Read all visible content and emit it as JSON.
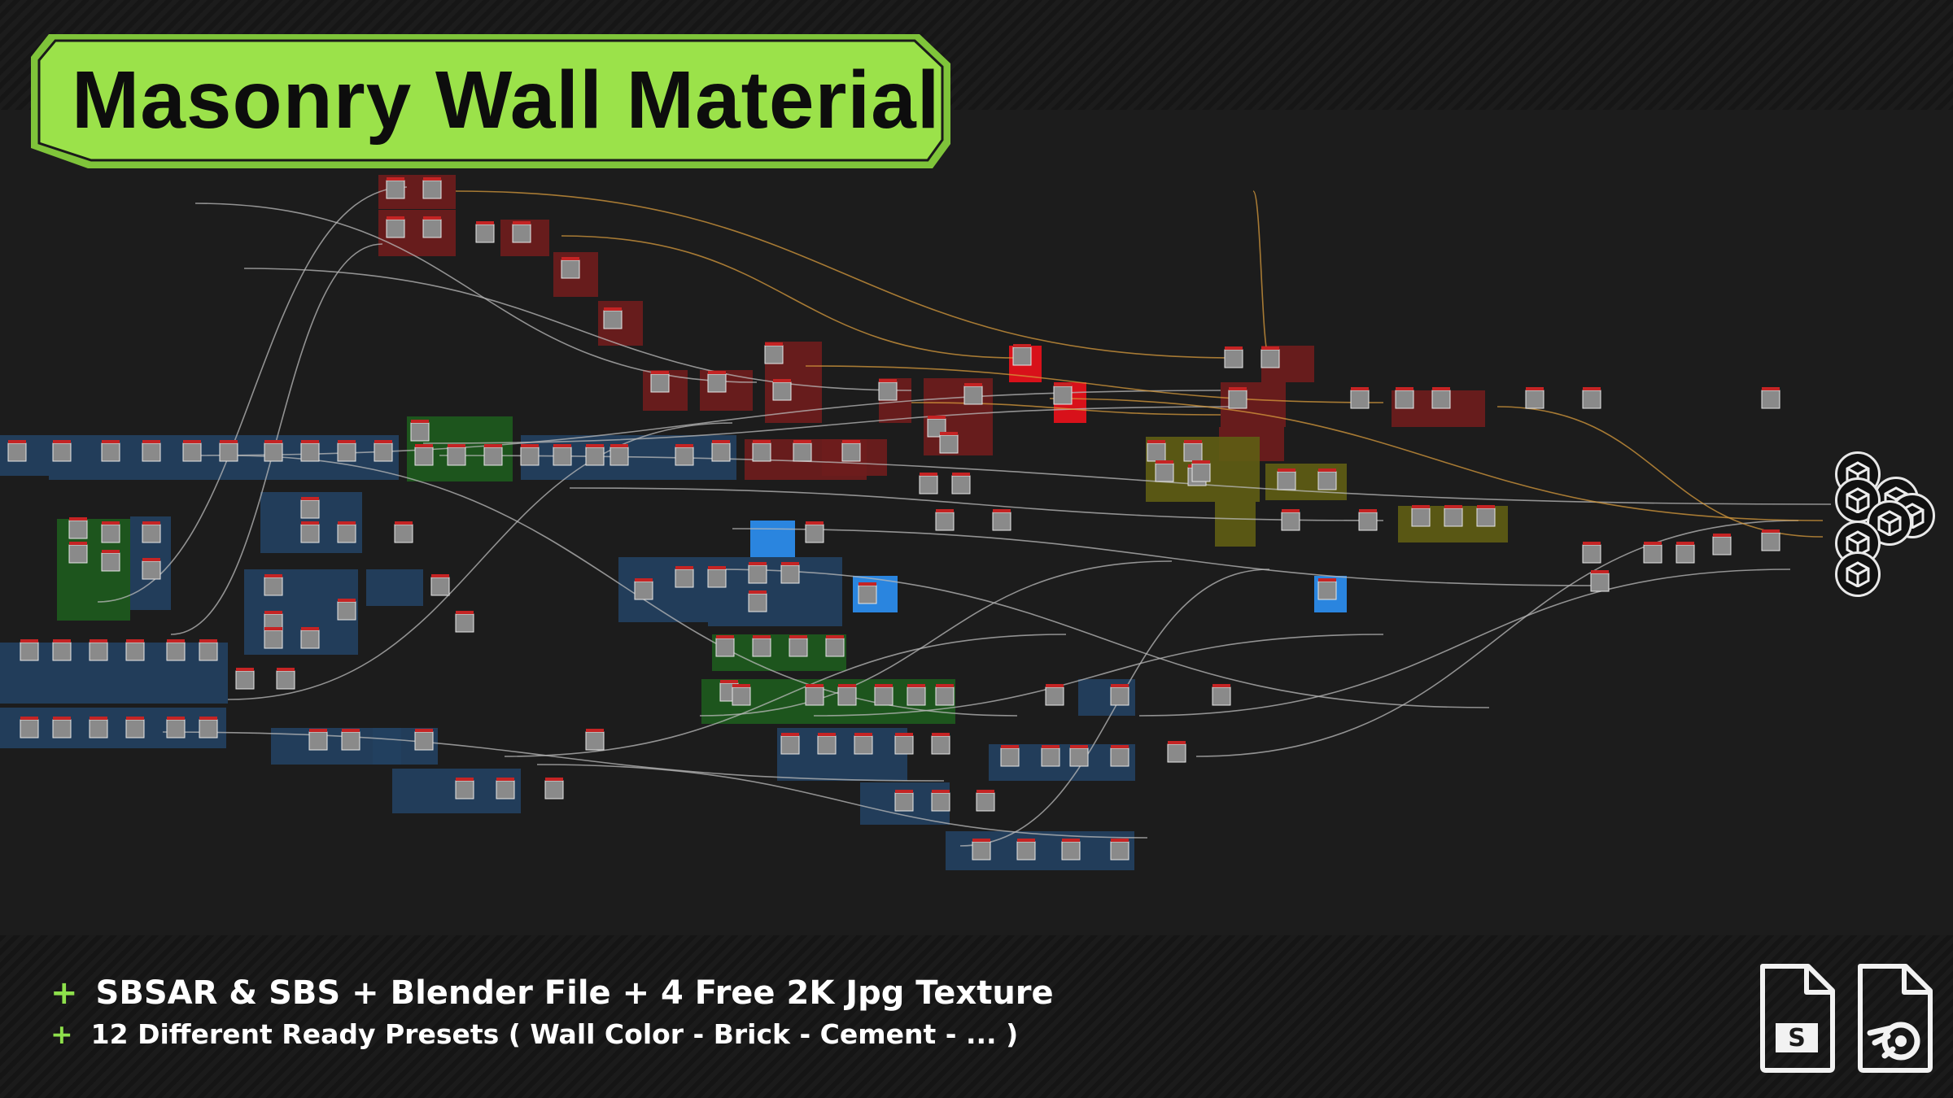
{
  "title": "Masonry Wall Material",
  "features": [
    "SBSAR & SBS + Blender File + 4 Free 2K Jpg Texture",
    "12 Different Ready Presets ( Wall Color - Brick - Cement - ... )"
  ],
  "feature_bullet": "+",
  "file_icons": [
    "substance-designer-file-icon",
    "blender-file-icon"
  ],
  "colors": {
    "accent_green": "#9be24a",
    "frame_red": "#6e1c1c",
    "frame_bright_red": "#e8101a",
    "frame_blue": "#23405f",
    "frame_bright_blue": "#2b8ef0",
    "frame_green": "#1d5a1d",
    "frame_olive": "#5e5c14",
    "link_color": "#b9b9b9",
    "link_orange": "#d59a3c"
  }
}
